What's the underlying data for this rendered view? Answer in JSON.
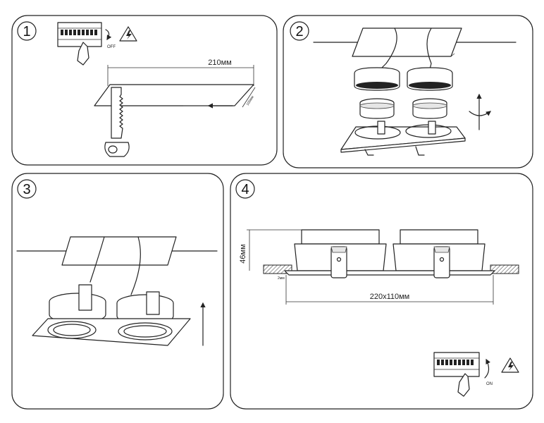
{
  "panels": [
    {
      "number": "1",
      "dimension_length": "210мм",
      "dimension_width": "100мм",
      "switch_state": "OFF"
    },
    {
      "number": "2"
    },
    {
      "number": "3"
    },
    {
      "number": "4",
      "dimension_height": "46мм",
      "dimension_size": "220x110мм",
      "dimension_thickness": "2мм",
      "switch_state": "ON"
    }
  ],
  "icons": {
    "breaker": "circuit-breaker-icon",
    "hazard": "electric-hazard-icon",
    "saw": "hand-saw-icon",
    "rotate": "rotate-arrow-icon",
    "up": "arrow-up-icon"
  }
}
